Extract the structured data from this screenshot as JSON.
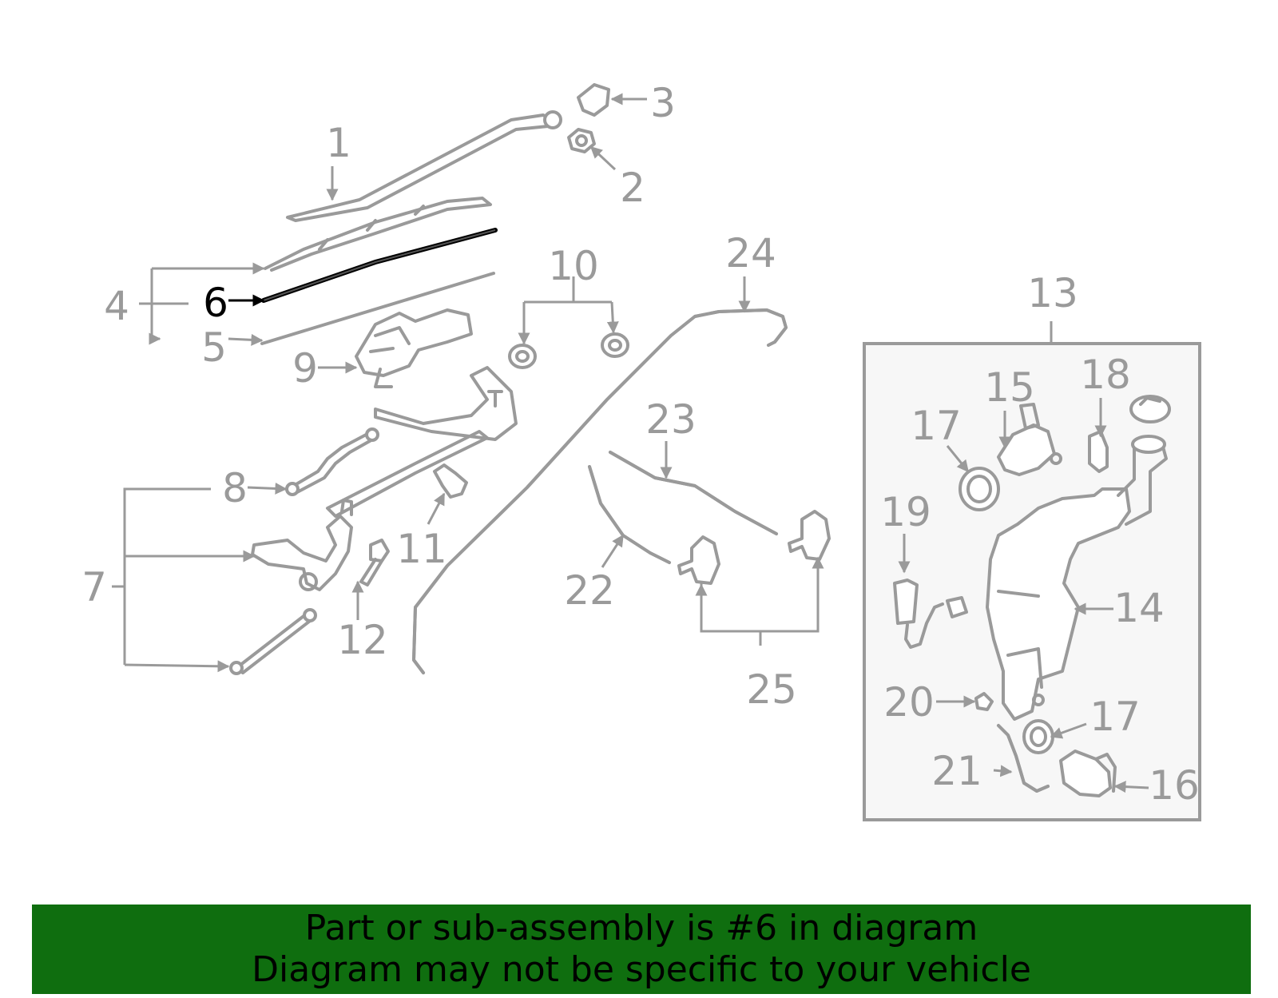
{
  "diagram": {
    "highlighted_callout": "6",
    "colors": {
      "part_stroke": "#9a9a9a",
      "highlight": "#000000",
      "banner_bg": "#0f6e0f",
      "background": "#ffffff",
      "reservoir_box_bg": "#f7f7f7"
    },
    "callouts": {
      "c1": "1",
      "c2": "2",
      "c3": "3",
      "c4": "4",
      "c5": "5",
      "c6": "6",
      "c7": "7",
      "c8": "8",
      "c9": "9",
      "c10": "10",
      "c11": "11",
      "c12": "12",
      "c13": "13",
      "c14": "14",
      "c15": "15",
      "c16": "16",
      "c17a": "17",
      "c17b": "17",
      "c18": "18",
      "c19": "19",
      "c20": "20",
      "c21": "21",
      "c22": "22",
      "c23": "23",
      "c24": "24",
      "c25": "25"
    }
  },
  "banner": {
    "line1": "Part or sub-assembly is #6 in diagram",
    "line2": "Diagram may not be specific to your vehicle"
  }
}
